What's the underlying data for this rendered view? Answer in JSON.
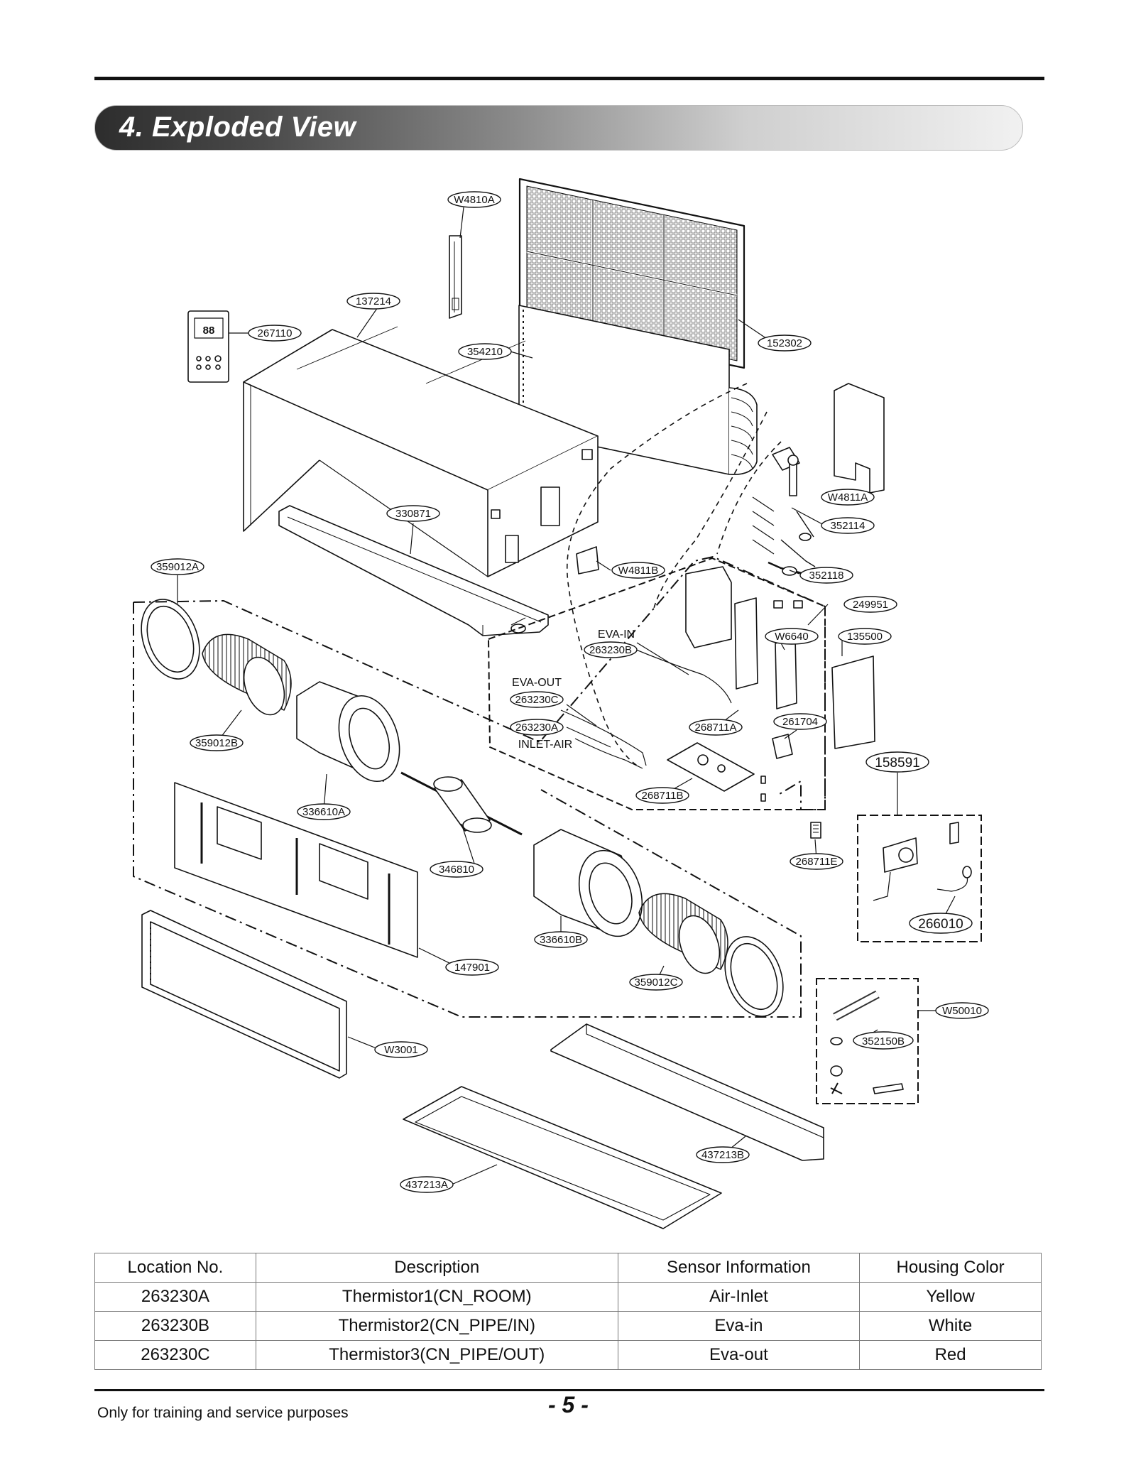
{
  "section": {
    "title": "4. Exploded View"
  },
  "parts": {
    "W4810A": "W4810A",
    "137214": "137214",
    "267110": "267110",
    "354210": "354210",
    "152302": "152302",
    "W4811A": "W4811A",
    "352114": "352114",
    "330871": "330871",
    "W4811B": "W4811B",
    "352118": "352118",
    "359012A": "359012A",
    "249951": "249951",
    "W6640": "W6640",
    "135500": "135500",
    "263230B": "263230B",
    "263230C": "263230C",
    "263230A": "263230A",
    "268711A": "268711A",
    "261704": "261704",
    "158591": "158591",
    "359012B": "359012B",
    "268711B": "268711B",
    "336610A": "336610A",
    "268711E": "268711E",
    "346810": "346810",
    "266010": "266010",
    "336610B": "336610B",
    "147901": "147901",
    "359012C": "359012C",
    "W50010": "W50010",
    "352150B": "352150B",
    "W3001": "W3001",
    "437213B": "437213B",
    "437213A": "437213A"
  },
  "annotations": {
    "eva_in": "EVA-IN",
    "eva_out": "EVA-OUT",
    "inlet_air": "INLET-AIR"
  },
  "remote_display": "88",
  "table": {
    "headers": [
      "Location No.",
      "Description",
      "Sensor Information",
      "Housing Color"
    ],
    "rows": [
      [
        "263230A",
        "Thermistor1(CN_ROOM)",
        "Air-Inlet",
        "Yellow"
      ],
      [
        "263230B",
        "Thermistor2(CN_PIPE/IN)",
        "Eva-in",
        "White"
      ],
      [
        "263230C",
        "Thermistor3(CN_PIPE/OUT)",
        "Eva-out",
        "Red"
      ]
    ]
  },
  "footer": {
    "note": "Only for training and service purposes",
    "page": "- 5 -"
  }
}
